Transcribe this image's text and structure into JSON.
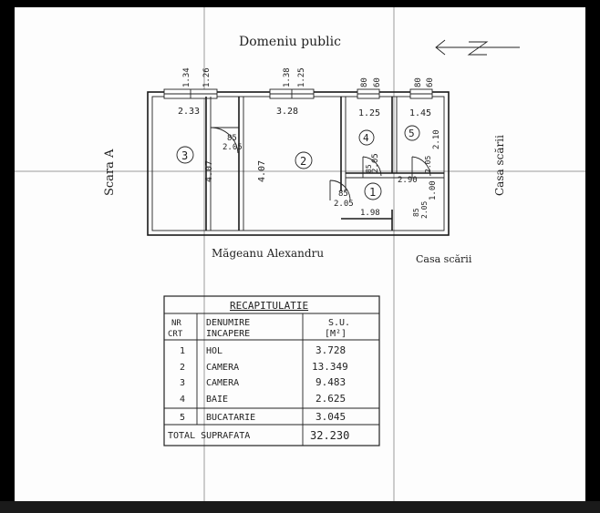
{
  "header": {
    "title": "Domeniu public"
  },
  "labels": {
    "left_side": "Scara A",
    "right_side": "Casa scării",
    "bottom_left": "Măgeanu Alexandru",
    "bottom_right": "Casa scării"
  },
  "rooms": [
    {
      "num": "1"
    },
    {
      "num": "2"
    },
    {
      "num": "3"
    },
    {
      "num": "4"
    },
    {
      "num": "5"
    }
  ],
  "dimensions": {
    "top_left_a": "1.34",
    "top_left_b": "1.26",
    "top_mid_a": "1.38",
    "top_mid_b": "1.25",
    "top_r1_a": "80",
    "top_r1_b": "60",
    "top_r2_a": "80",
    "top_r2_b": "60",
    "room3_width": "2.33",
    "room2_width": "3.28",
    "room4_width": "1.25",
    "room5_width": "1.45",
    "room3_height": "4.07",
    "room2_height": "4.07",
    "door_a": "85",
    "door_a2": "2.05",
    "room4_height": "2.05",
    "room5_height": "2.10",
    "door_b": "85",
    "door_b2": "2.05",
    "hall_width": "2.90",
    "hall_height": "1.00",
    "door_c": "85",
    "door_c2": "2.05",
    "hall_bottom": "1.98",
    "door_d": "85",
    "door_d2": "2.05"
  },
  "recap": {
    "title": "RECAPITULATIE",
    "headers": {
      "nr": "NR",
      "crt": "CRT",
      "den1": "DENUMIRE",
      "den2": "INCAPERE",
      "su": "S.U.",
      "unit": "[M²]"
    },
    "rows": [
      {
        "nr": "1",
        "name": "HOL",
        "area": "3.728"
      },
      {
        "nr": "2",
        "name": "CAMERA",
        "area": "13.349"
      },
      {
        "nr": "3",
        "name": "CAMERA",
        "area": "9.483"
      },
      {
        "nr": "4",
        "name": "BAIE",
        "area": "2.625"
      },
      {
        "nr": "5",
        "name": "BUCATARIE",
        "area": "3.045"
      }
    ],
    "total_label": "TOTAL SUPRAFATA",
    "total_value": "32.230"
  }
}
